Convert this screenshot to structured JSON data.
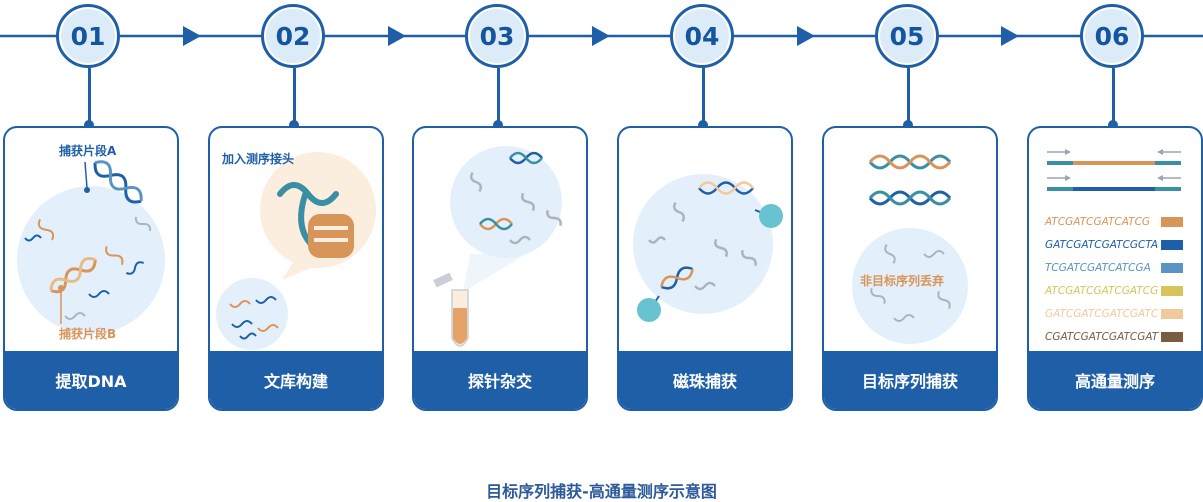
{
  "steps": [
    {
      "number": "01",
      "title": "提取DNA",
      "label_a": "捕获片段A",
      "label_b": "捕获片段B"
    },
    {
      "number": "02",
      "title": "文库构建",
      "label": "加入测序接头"
    },
    {
      "number": "03",
      "title": "探针杂交"
    },
    {
      "number": "04",
      "title": "磁珠捕获"
    },
    {
      "number": "05",
      "title": "目标序列捕获",
      "label": "非目标序列丢弃"
    },
    {
      "number": "06",
      "title": "高通量测序",
      "sequences": [
        {
          "text": "ATCGATCGATCATCG",
          "color": "#d8955a"
        },
        {
          "text": "GATCGATCGATCGCTA",
          "color": "#1f5fa8"
        },
        {
          "text": "TCGATCGATCATCGA",
          "color": "#5b94c4"
        },
        {
          "text": "ATCGATCGATCGATCG",
          "color": "#d8c45a"
        },
        {
          "text": "GATCGATCGATCGATC",
          "color": "#f2c99a"
        },
        {
          "text": "CGATCGATCGATCGAT",
          "color": "#7a5c3e"
        }
      ]
    }
  ],
  "caption": "目标序列捕获-高通量测序示意图",
  "colors": {
    "primary": "#1f5fa8",
    "badge_fill": "#dcebf8",
    "orange": "#d8955a",
    "light_blue_bg": "#e3f0fb"
  }
}
